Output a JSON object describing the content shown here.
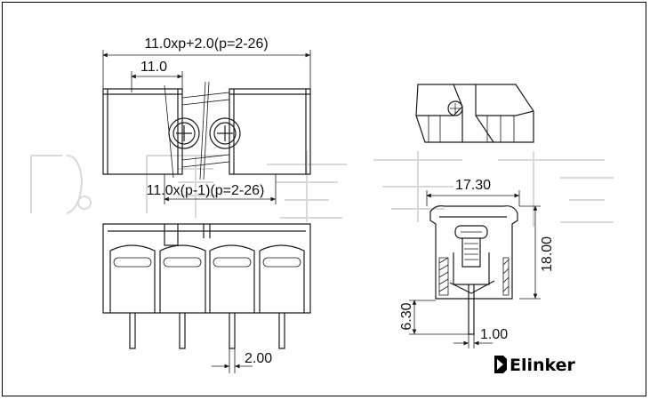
{
  "dimensions": {
    "top_overall": "11.0xp+2.0(p=2-26)",
    "top_pitch": "11.0",
    "top_inner": "11.0x(p-1)(p=2-26)",
    "bottom_pin_pitch": "2.00",
    "side_width": "17.30",
    "side_height": "18.00",
    "side_pin_length": "6.30",
    "side_pin_width": "1.00"
  },
  "brand": {
    "name": "Elinker",
    "watermark_text": "Elinker"
  },
  "colors": {
    "line": "#1a1a1a",
    "watermark": "#d9d9d9",
    "background": "#ffffff"
  }
}
